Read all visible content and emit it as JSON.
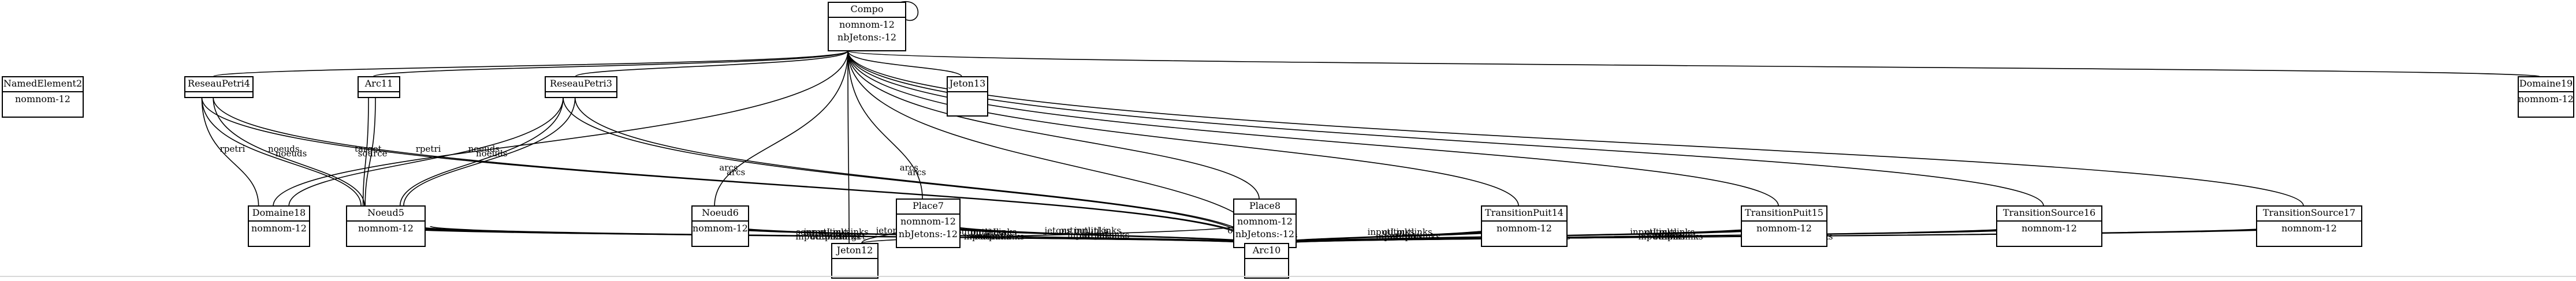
{
  "nodes": [
    {
      "id": "Compo",
      "title": "Compo",
      "attrs": [
        "nomnom-12",
        "nbJetons:-12"
      ]
    },
    {
      "id": "NamedElement2",
      "title": "NamedElement2",
      "attrs": [
        "nomnom-12"
      ]
    },
    {
      "id": "ReseauPetri4",
      "title": "ReseauPetri4",
      "attrs": []
    },
    {
      "id": "Arc11",
      "title": "Arc11",
      "attrs": []
    },
    {
      "id": "ReseauPetri3",
      "title": "ReseauPetri3",
      "attrs": []
    },
    {
      "id": "Jeton13",
      "title": "Jeton13",
      "attrs": []
    },
    {
      "id": "Domaine19",
      "title": "Domaine19",
      "attrs": [
        "nomnom-12"
      ]
    },
    {
      "id": "Domaine18",
      "title": "Domaine18",
      "attrs": [
        "nomnom-12"
      ]
    },
    {
      "id": "Noeud5",
      "title": "Noeud5",
      "attrs": [
        "nomnom-12"
      ]
    },
    {
      "id": "Noeud6",
      "title": "Noeud6",
      "attrs": [
        "nomnom-12"
      ]
    },
    {
      "id": "Place7",
      "title": "Place7",
      "attrs": [
        "nomnom-12",
        "nbJetons:-12"
      ]
    },
    {
      "id": "Place8",
      "title": "Place8",
      "attrs": [
        "nomnom-12",
        "nbJetons:-12"
      ]
    },
    {
      "id": "TransitionPuit14",
      "title": "TransitionPuit14",
      "attrs": [
        "nomnom-12"
      ]
    },
    {
      "id": "TransitionPuit15",
      "title": "TransitionPuit15",
      "attrs": [
        "nomnom-12"
      ]
    },
    {
      "id": "TransitionSource16",
      "title": "TransitionSource16",
      "attrs": [
        "nomnom-12"
      ]
    },
    {
      "id": "TransitionSource17",
      "title": "TransitionSource17",
      "attrs": [
        "nomnom-12"
      ]
    },
    {
      "id": "Jeton12",
      "title": "Jeton12",
      "attrs": []
    },
    {
      "id": "Arc10",
      "title": "Arc10",
      "attrs": []
    }
  ],
  "edges": [
    {
      "from": "Compo",
      "to": "Compo",
      "label": ""
    },
    {
      "from": "Compo",
      "to": "ReseauPetri4",
      "label": ""
    },
    {
      "from": "Compo",
      "to": "Arc11",
      "label": ""
    },
    {
      "from": "Compo",
      "to": "ReseauPetri3",
      "label": ""
    },
    {
      "from": "Compo",
      "to": "Jeton13",
      "label": ""
    },
    {
      "from": "Compo",
      "to": "Domaine19",
      "label": ""
    },
    {
      "from": "Compo",
      "to": "Domaine18",
      "label": ""
    },
    {
      "from": "Compo",
      "to": "Noeud6",
      "label": ""
    },
    {
      "from": "Compo",
      "to": "Place7",
      "label": ""
    },
    {
      "from": "Compo",
      "to": "Place8",
      "label": ""
    },
    {
      "from": "Compo",
      "to": "TransitionPuit14",
      "label": ""
    },
    {
      "from": "Compo",
      "to": "TransitionPuit15",
      "label": ""
    },
    {
      "from": "Compo",
      "to": "TransitionSource16",
      "label": ""
    },
    {
      "from": "Compo",
      "to": "TransitionSource17",
      "label": ""
    },
    {
      "from": "Compo",
      "to": "Arc10",
      "label": ""
    },
    {
      "from": "Compo",
      "to": "Jeton12",
      "label": ""
    },
    {
      "from": "ReseauPetri4",
      "to": "Domaine18",
      "label": "rpetri"
    },
    {
      "from": "ReseauPetri4",
      "to": "Noeud5",
      "label": "noeuds"
    },
    {
      "from": "ReseauPetri4",
      "to": "Noeud5",
      "label": "noeuds"
    },
    {
      "from": "ReseauPetri4",
      "to": "Arc10",
      "label": "arcs"
    },
    {
      "from": "ReseauPetri4",
      "to": "Arc10",
      "label": "arcs"
    },
    {
      "from": "Arc11",
      "to": "Noeud5",
      "label": "target"
    },
    {
      "from": "Arc11",
      "to": "Noeud5",
      "label": "source"
    },
    {
      "from": "ReseauPetri3",
      "to": "Domaine18",
      "label": "rpetri"
    },
    {
      "from": "ReseauPetri3",
      "to": "Noeud5",
      "label": "noeuds"
    },
    {
      "from": "ReseauPetri3",
      "to": "Noeud5",
      "label": "noeuds"
    },
    {
      "from": "ReseauPetri3",
      "to": "Arc10",
      "label": "arcs"
    },
    {
      "from": "ReseauPetri3",
      "to": "Arc10",
      "label": "arcs"
    },
    {
      "from": "Noeud5",
      "to": "Arc10",
      "label": "source"
    },
    {
      "from": "Noeud5",
      "to": "Arc10",
      "label": "inputLinks"
    },
    {
      "from": "Noeud5",
      "to": "Arc10",
      "label": "inputLinks"
    },
    {
      "from": "Noeud5",
      "to": "Arc10",
      "label": "outputlinks"
    },
    {
      "from": "Noeud5",
      "to": "Arc10",
      "label": "outputlinks"
    },
    {
      "from": "Noeud5",
      "to": "Arc10",
      "label": "target"
    },
    {
      "from": "Noeud6",
      "to": "Arc10",
      "label": "outputlinks"
    },
    {
      "from": "Noeud6",
      "to": "Arc10",
      "label": "inputLinks"
    },
    {
      "from": "Noeud6",
      "to": "Arc10",
      "label": "inputLinks"
    },
    {
      "from": "Noeud6",
      "to": "Arc10",
      "label": "outputlinks"
    },
    {
      "from": "Place7",
      "to": "Jeton12",
      "label": "jetons"
    },
    {
      "from": "Place7",
      "to": "Arc10",
      "label": "outputlinks"
    },
    {
      "from": "Place7",
      "to": "Arc10",
      "label": "inputLinks"
    },
    {
      "from": "Place7",
      "to": "Arc10",
      "label": "inputLinks"
    },
    {
      "from": "Place7",
      "to": "Arc10",
      "label": "outputlinks"
    },
    {
      "from": "Place8",
      "to": "Jeton12",
      "label": "jetons"
    },
    {
      "from": "Place8",
      "to": "Arc10",
      "label": "outputlinks"
    },
    {
      "from": "Place8",
      "to": "Arc10",
      "label": "inputLinks"
    },
    {
      "from": "Place8",
      "to": "Arc10",
      "label": "inputLinks"
    },
    {
      "from": "Place8",
      "to": "Arc10",
      "label": "outputlinks"
    },
    {
      "from": "TransitionPuit14",
      "to": "Arc10",
      "label": "inputLinks"
    },
    {
      "from": "TransitionPuit14",
      "to": "Arc10",
      "label": "inputLinks"
    },
    {
      "from": "TransitionPuit14",
      "to": "Arc10",
      "label": "outputlinks"
    },
    {
      "from": "TransitionPuit14",
      "to": "Arc10",
      "label": "outputlinks"
    },
    {
      "from": "TransitionPuit15",
      "to": "Arc10",
      "label": "inputLinks"
    },
    {
      "from": "TransitionPuit15",
      "to": "Arc10",
      "label": "inputLinks"
    },
    {
      "from": "TransitionPuit15",
      "to": "Arc10",
      "label": "outputlinks"
    },
    {
      "from": "TransitionPuit15",
      "to": "Arc10",
      "label": "outputlinks"
    },
    {
      "from": "TransitionSource16",
      "to": "Arc10",
      "label": "inputLinks"
    },
    {
      "from": "TransitionSource16",
      "to": "Arc10",
      "label": "inputLinks"
    },
    {
      "from": "TransitionSource16",
      "to": "Arc10",
      "label": "outputlinks"
    },
    {
      "from": "TransitionSource16",
      "to": "Arc10",
      "label": "outputlinks"
    },
    {
      "from": "TransitionSource17",
      "to": "Arc10",
      "label": "inputLinks"
    },
    {
      "from": "TransitionSource17",
      "to": "Arc10",
      "label": "inputLinks"
    },
    {
      "from": "TransitionSource17",
      "to": "Arc10",
      "label": "outputlinks"
    },
    {
      "from": "TransitionSource17",
      "to": "Arc10",
      "label": "outputlinks"
    }
  ]
}
